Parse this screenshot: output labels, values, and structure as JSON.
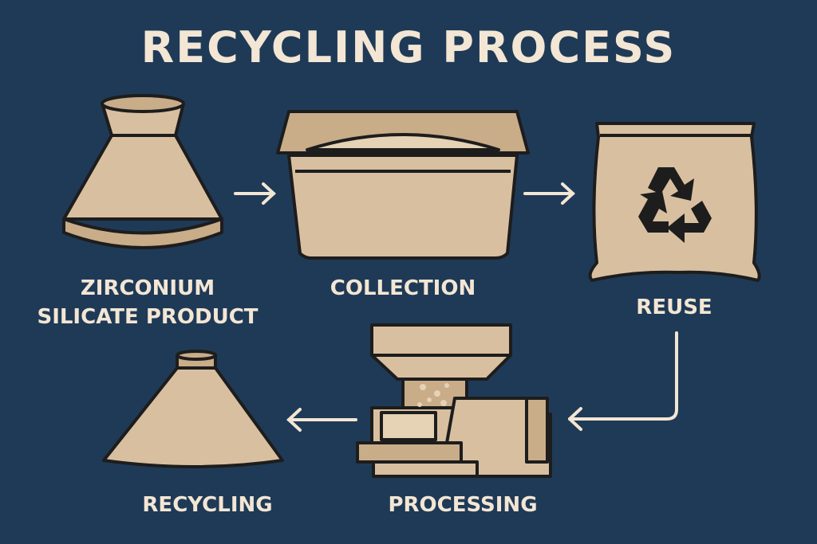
{
  "title": "RECYCLING PROCESS",
  "stages": {
    "product": {
      "line1": "ZIRCONIUM",
      "line2": "SILICATE PRODUCT"
    },
    "collection": "COLLECTION",
    "reuse": "REUSE",
    "processing": "PROCESSING",
    "recycling": "RECYCLING"
  },
  "colors": {
    "background": "#1f3a57",
    "fill": "#d8bfa0",
    "fill_dark": "#c9ac88",
    "outline": "#1d1d1d",
    "text": "#f3e6d4"
  }
}
